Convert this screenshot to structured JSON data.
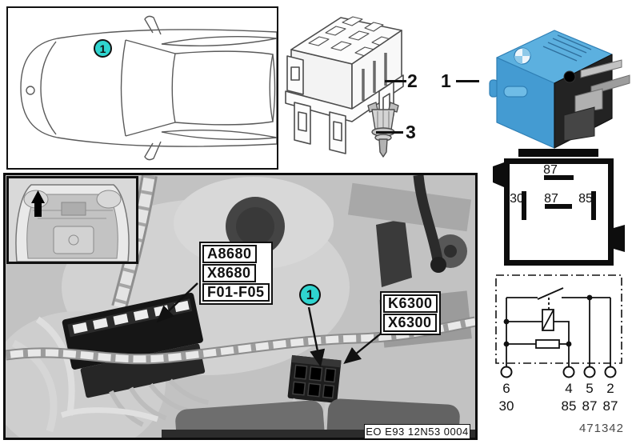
{
  "callouts": {
    "relay": "1",
    "socket": "2",
    "pin": "3"
  },
  "car_panel": {
    "marker": "1"
  },
  "photo": {
    "marker": "1",
    "label_box_a": {
      "rows": [
        "A8680",
        "X8680",
        "F01-F05"
      ]
    },
    "label_box_k": {
      "rows": [
        "K6300",
        "X6300"
      ]
    },
    "caption": "EO E93 12N53 0004"
  },
  "pin_diagram": {
    "top_pin": "87",
    "left_pin": "30",
    "center_pin": "87",
    "right_pin": "85"
  },
  "schematic": {
    "terminals": [
      {
        "pin": "6",
        "label": "30"
      },
      {
        "pin": "4",
        "label": "85"
      },
      {
        "pin": "5",
        "label": "87"
      },
      {
        "pin": "2",
        "label": "87"
      }
    ]
  },
  "footer": {
    "doc_number": "471342"
  },
  "colors": {
    "marker": "#2fd4cf",
    "relay_top": "#5cb0df",
    "relay_side": "#449bd2"
  }
}
